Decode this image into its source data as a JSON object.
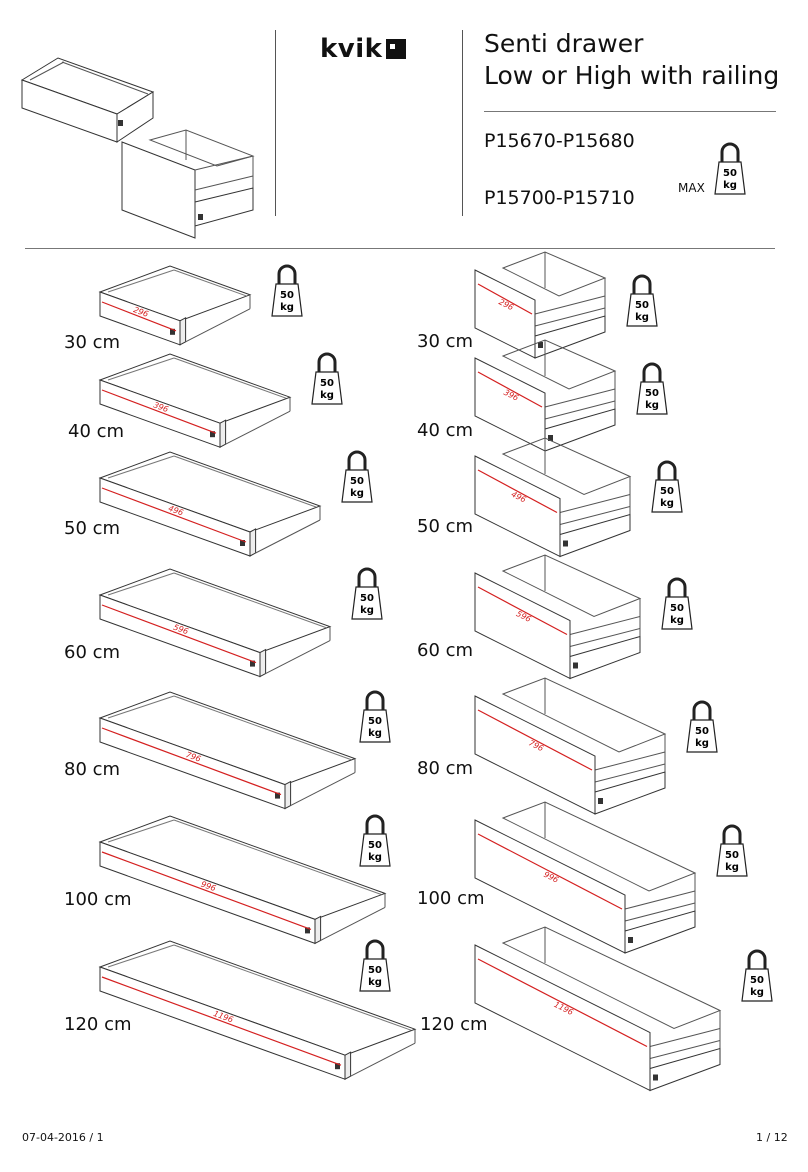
{
  "brand": {
    "name": "kvik"
  },
  "header": {
    "title_line1": "Senti drawer",
    "title_line2": "Low or High with railing",
    "code_low": "P15670-P15680",
    "code_high": "P15700-P15710",
    "max_label": "MAX",
    "max_weight": "50",
    "max_unit": "kg"
  },
  "left_column": [
    {
      "size": "30 cm",
      "dim": "296",
      "weight": "50",
      "unit": "kg"
    },
    {
      "size": "40 cm",
      "dim": "396",
      "weight": "50",
      "unit": "kg"
    },
    {
      "size": "50 cm",
      "dim": "496",
      "weight": "50",
      "unit": "kg"
    },
    {
      "size": "60 cm",
      "dim": "596",
      "weight": "50",
      "unit": "kg"
    },
    {
      "size": "80 cm",
      "dim": "796",
      "weight": "50",
      "unit": "kg"
    },
    {
      "size": "100 cm",
      "dim": "996",
      "weight": "50",
      "unit": "kg"
    },
    {
      "size": "120 cm",
      "dim": "1196",
      "weight": "50",
      "unit": "kg"
    }
  ],
  "right_column": [
    {
      "size": "30 cm",
      "dim": "296",
      "weight": "50",
      "unit": "kg"
    },
    {
      "size": "40 cm",
      "dim": "396",
      "weight": "50",
      "unit": "kg"
    },
    {
      "size": "50 cm",
      "dim": "496",
      "weight": "50",
      "unit": "kg"
    },
    {
      "size": "60 cm",
      "dim": "596",
      "weight": "50",
      "unit": "kg"
    },
    {
      "size": "80 cm",
      "dim": "796",
      "weight": "50",
      "unit": "kg"
    },
    {
      "size": "100 cm",
      "dim": "996",
      "weight": "50",
      "unit": "kg"
    },
    {
      "size": "120 cm",
      "dim": "1196",
      "weight": "50",
      "unit": "kg"
    }
  ],
  "footer": {
    "date": "07-04-2016 / 1",
    "page": "1  / 12"
  },
  "colors": {
    "dimension": "#d42020",
    "line": "#333333"
  }
}
